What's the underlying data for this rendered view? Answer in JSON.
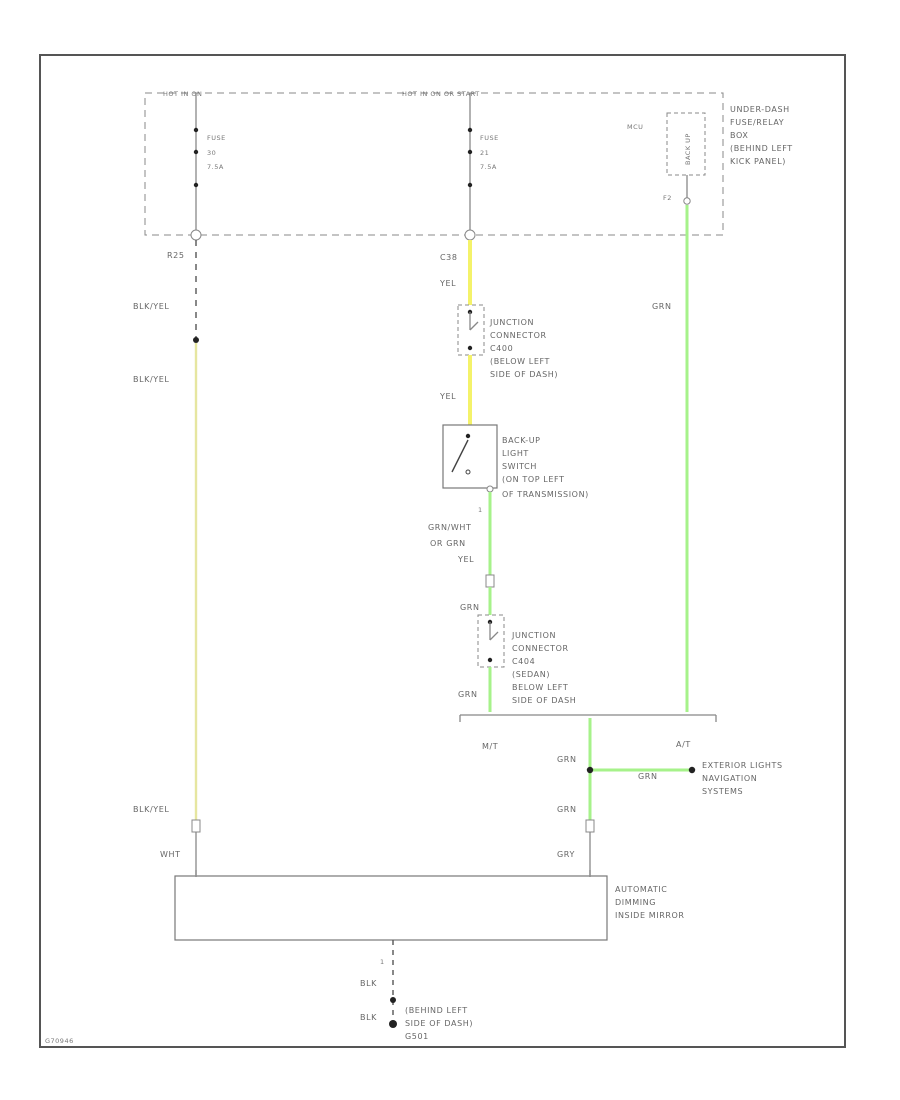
{
  "title": "",
  "fuse_box": {
    "hot_at_all_times": "HOT IN ON",
    "hot_in_on_or_start": "HOT IN ON OR START",
    "fuse_a": {
      "label": "FUSE",
      "number": "30",
      "rating": "7.5A"
    },
    "fuse_b": {
      "label": "FUSE",
      "number": "21",
      "rating": "7.5A"
    },
    "relay_pin": "MCU",
    "relay_label": "BACK UP",
    "relay_pin_bottom": "F2",
    "lines": [
      "UNDER-DASH",
      "FUSE/RELAY",
      "BOX",
      "(BEHIND LEFT",
      "KICK PANEL)"
    ]
  },
  "left_circuit": {
    "pin": "R25",
    "wire1": "BLK/YEL",
    "wire2": "BLK/YEL",
    "wire3": "BLK/YEL",
    "mirror_pin": "WHT"
  },
  "center_circuit": {
    "pin": "C38",
    "wire_top": "YEL",
    "jc1_lines": [
      "JUNCTION",
      "CONNECTOR",
      "C400",
      "(BELOW LEFT",
      "SIDE OF DASH)"
    ],
    "wire_mid": "YEL",
    "switch_lines": [
      "BACK-UP",
      "LIGHT",
      "SWITCH",
      "(ON TOP LEFT",
      "OF TRANSMISSION)"
    ],
    "switch_pin": "1",
    "wire_green_lines": [
      "GRN/WHT",
      "OR GRN",
      "YEL"
    ],
    "wire_jc2_top": "GRN",
    "jc2_lines": [
      "JUNCTION",
      "CONNECTOR",
      "C404",
      "(SEDAN)",
      "BELOW LEFT",
      "SIDE OF DASH"
    ],
    "wire_jc2_bottom": "GRN"
  },
  "right_circuit": {
    "wire": "GRN"
  },
  "transmission": {
    "mt": "M/T",
    "at": "A/T"
  },
  "splice": {
    "wire_left": "GRN",
    "wire_right": "GRN",
    "dest_lines": [
      "EXTERIOR LIGHTS",
      "NAVIGATION",
      "SYSTEMS"
    ],
    "wire_below": "GRN",
    "mirror_pin": "GRY"
  },
  "mirror": {
    "lines": [
      "AUTOMATIC",
      "DIMMING",
      "INSIDE MIRROR"
    ]
  },
  "ground": {
    "pin": "1",
    "wire1": "BLK",
    "wire2": "BLK",
    "lines": [
      "(BEHIND LEFT",
      "SIDE OF DASH)",
      "G501"
    ]
  },
  "footer_code": "G70946",
  "colors": {
    "yellow_wire": "#f4f26a",
    "pale_yellow_wire": "#e6e6a0",
    "green_wire": "#a6f28a",
    "frame": "#555555"
  }
}
